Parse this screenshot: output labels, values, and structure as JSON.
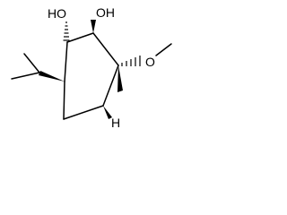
{
  "molecule": {
    "atom_labels": {
      "hydroxyl_left": "HO",
      "hydroxyl_right": "OH",
      "methoxy_oxygen": "O",
      "bridgehead_hydrogen": "H"
    },
    "colors": {
      "ink": "#000000",
      "background": "#ffffff"
    }
  }
}
